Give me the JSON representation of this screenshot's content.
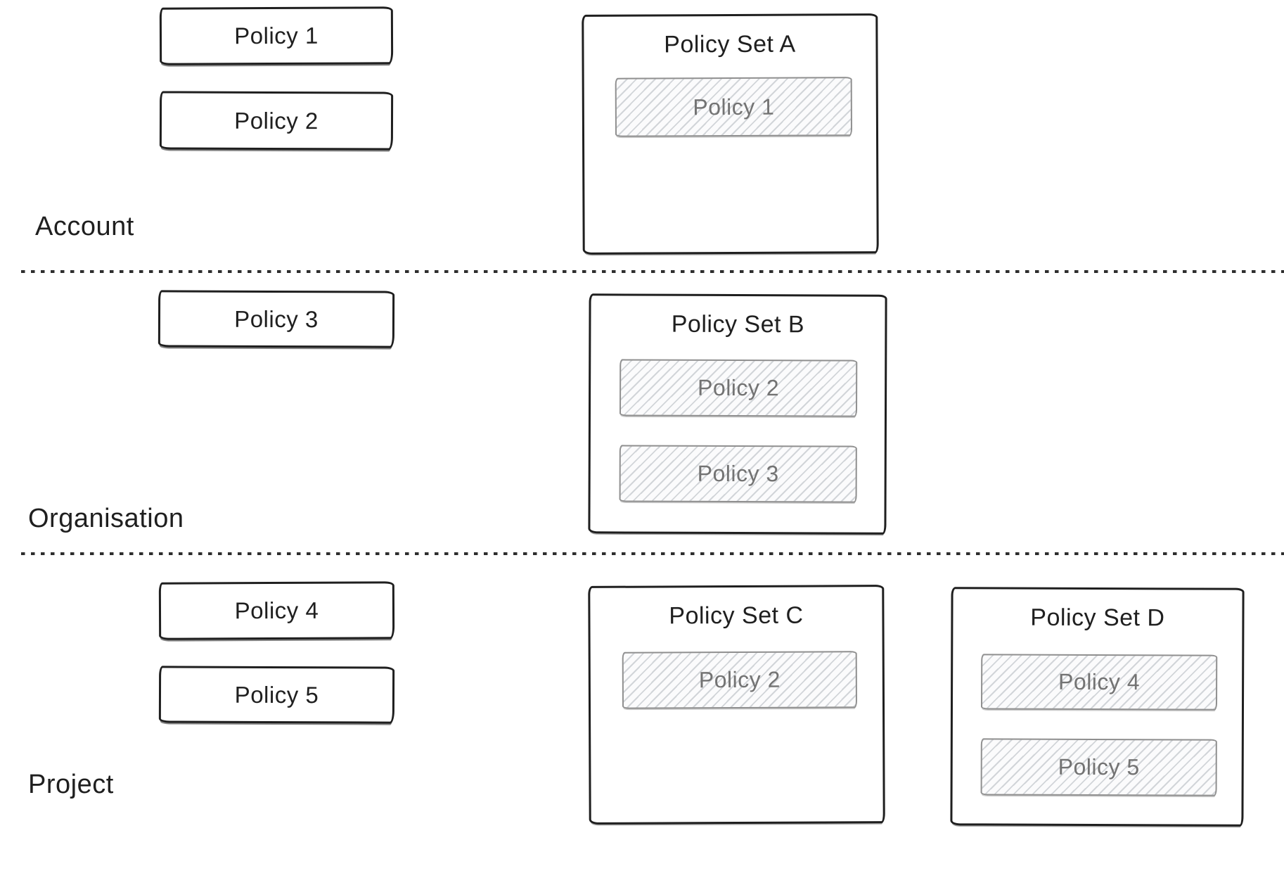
{
  "colors": {
    "ink": "#1f1f1f",
    "hatch_border": "#8f8f8f",
    "hatch_line": "#c6cbd1",
    "hatch_text": "#737373",
    "divider": "#2e2e2e",
    "bg": "#ffffff"
  },
  "sections": [
    {
      "label": "Account",
      "policies": [
        "Policy 1",
        "Policy 2"
      ],
      "policy_sets": [
        {
          "title": "Policy Set A",
          "members": [
            "Policy 1"
          ]
        }
      ]
    },
    {
      "label": "Organisation",
      "policies": [
        "Policy 3"
      ],
      "policy_sets": [
        {
          "title": "Policy Set B",
          "members": [
            "Policy 2",
            "Policy 3"
          ]
        }
      ]
    },
    {
      "label": "Project",
      "policies": [
        "Policy 4",
        "Policy 5"
      ],
      "policy_sets": [
        {
          "title": "Policy Set C",
          "members": [
            "Policy 2"
          ]
        },
        {
          "title": "Policy Set D",
          "members": [
            "Policy 4",
            "Policy 5"
          ]
        }
      ]
    }
  ]
}
